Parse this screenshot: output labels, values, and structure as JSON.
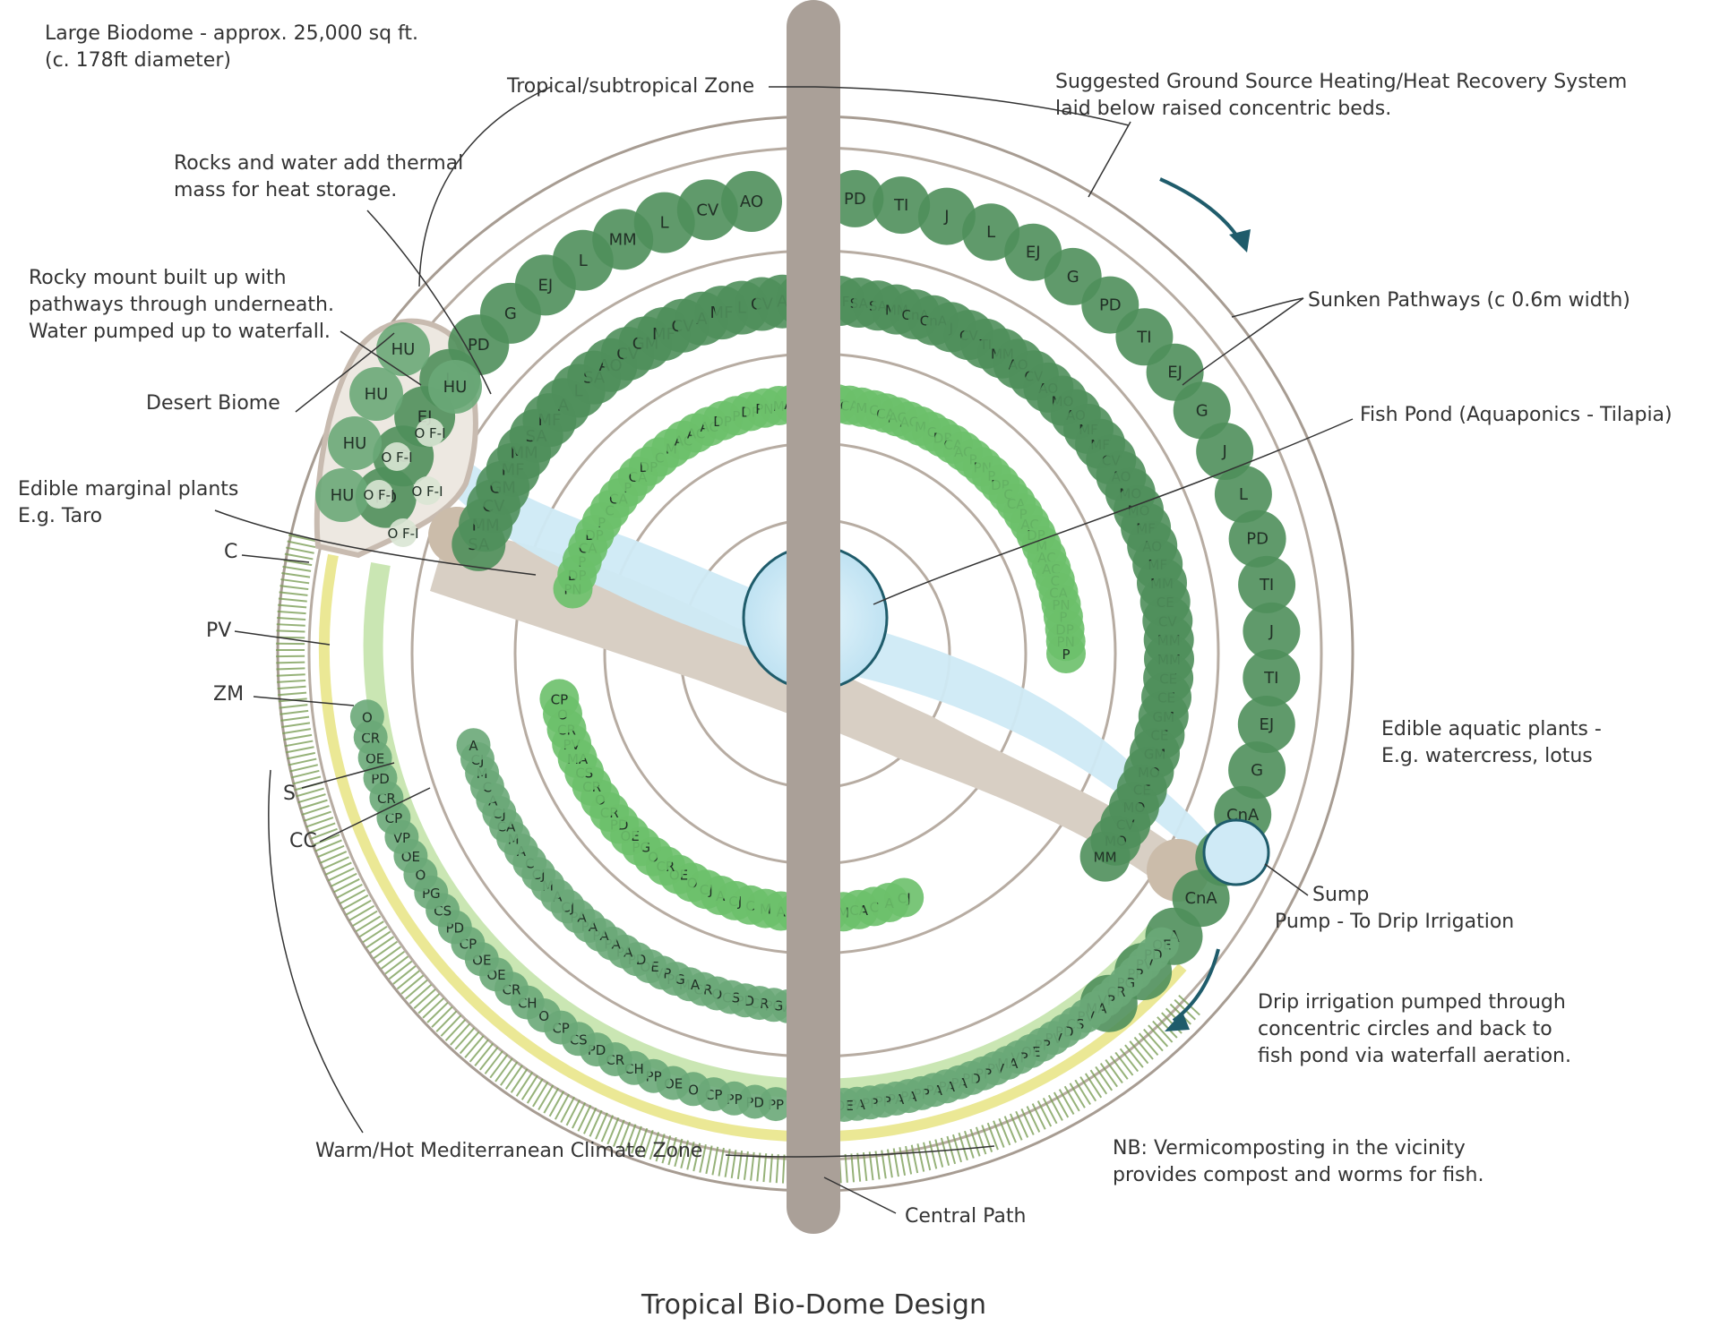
{
  "title": "Tropical Bio-Dome Design",
  "colors": {
    "path": "#aaa098",
    "water": "#cfeaf6",
    "water_edge": "#1f5c6b",
    "sand": "#d8cfc4",
    "soil": "#c9b9a6",
    "plant_dark": "#4f8f5b",
    "plant_mid": "#6aa878",
    "plant_light": "#8cc884",
    "plant_bright": "#6cc06a",
    "label_text": "#333333",
    "arrow": "#1f5c6b"
  },
  "annotations": {
    "dome_size_1": "Large Biodome - approx. 25,000 sq ft.",
    "dome_size_2": "(c. 178ft diameter)",
    "tropical_zone": "Tropical/subtropical Zone",
    "heating_1": "Suggested Ground Source Heating/Heat Recovery System",
    "heating_2": "laid below raised concentric beds.",
    "rocks_1": "Rocks and water add thermal",
    "rocks_2": "mass for heat storage.",
    "mount_1": "Rocky mount built up with",
    "mount_2": "pathways through underneath.",
    "mount_3": "Water pumped up to waterfall.",
    "sunken": "Sunken Pathways (c 0.6m width)",
    "desert": "Desert Biome",
    "fishpond": "Fish Pond (Aquaponics - Tilapia)",
    "marginal_1": "Edible marginal plants",
    "marginal_2": "E.g. Taro",
    "c": "C",
    "pv": "PV",
    "zm": "ZM",
    "s": "S",
    "cc": "CC",
    "aquatic_1": "Edible aquatic plants -",
    "aquatic_2": "E.g. watercress, lotus",
    "sump_1": "Sump",
    "sump_2": "Pump - To Drip Irrigation",
    "drip_1": "Drip irrigation pumped through",
    "drip_2": "concentric circles and back to",
    "drip_3": "fish pond via waterfall aeration.",
    "med_zone": "Warm/Hot Mediterranean Climate Zone",
    "nb_1": "NB: Vermicomposting in the vicinity",
    "nb_2": "provides compost and worms for fish.",
    "central_path": "Central Path"
  },
  "plants": {
    "ring1": [
      "PD",
      "G",
      "EJ",
      "L",
      "PD",
      "G",
      "EJ",
      "L",
      "MM",
      "L",
      "CV",
      "AO",
      "HU",
      "HU",
      "HU",
      "HU",
      "HU",
      "PD",
      "TI",
      "J",
      "L",
      "EJ",
      "G",
      "PD",
      "TI",
      "EJ",
      "G",
      "J",
      "L",
      "PD",
      "TI",
      "J",
      "TI",
      "EJ",
      "G",
      "CnA",
      "J",
      "CnA",
      "A",
      "L",
      "L"
    ],
    "ring2": [
      "SA",
      "MM",
      "CV",
      "GM",
      "MF",
      "MM",
      "SA",
      "MF",
      "A",
      "L",
      "SA",
      "AO",
      "CV",
      "GM",
      "MF",
      "CV",
      "A",
      "MF",
      "L",
      "CV",
      "A",
      "L",
      "MF",
      "SA",
      "SA",
      "MM",
      "CnA",
      "CnA",
      "J",
      "CV",
      "TI",
      "MM",
      "AO",
      "CV",
      "AO",
      "MO",
      "AO",
      "MF",
      "MF",
      "CV",
      "AO",
      "MO",
      "MO",
      "MF",
      "AO",
      "MF",
      "MM",
      "CE",
      "CV",
      "MM",
      "MM",
      "CE",
      "CE",
      "GM",
      "CE",
      "GM",
      "MO",
      "CE",
      "MO",
      "CV",
      "MO",
      "MM"
    ],
    "ring3": [
      "PN",
      "DP",
      "P",
      "CA",
      "DP",
      "P",
      "C",
      "CA",
      "P",
      "CA",
      "DP",
      "C",
      "M",
      "AC",
      "AC",
      "AC",
      "DP",
      "P",
      "DP",
      "PN",
      "M",
      "AC",
      "AC",
      "CA",
      "M",
      "C",
      "CA",
      "AC",
      "AC",
      "M",
      "C",
      "DP",
      "CA",
      "AC",
      "P",
      "PN",
      "P",
      "DP",
      "C",
      "CA",
      "P",
      "AC",
      "DP",
      "M",
      "AC",
      "AC",
      "C",
      "CA",
      "PN",
      "P",
      "DP",
      "PN",
      "P"
    ],
    "ring_south": [
      "PP",
      "PD",
      "PP",
      "CP",
      "O",
      "OE",
      "PP",
      "CH",
      "CR",
      "PD",
      "CS",
      "CP",
      "O",
      "CH",
      "CR",
      "OE",
      "OE",
      "CP",
      "PD",
      "CS",
      "PG",
      "O",
      "OE",
      "VP",
      "CP",
      "CR",
      "PD",
      "OE",
      "CR",
      "O",
      "MA",
      "VP",
      "PG",
      "CR",
      "PD",
      "CS",
      "O",
      "CR",
      "MA",
      "PG",
      "VP",
      "OE",
      "PD",
      "PA",
      "PA",
      "PA",
      "PA",
      "PA",
      "CJ",
      "A",
      "M",
      "CJ",
      "C",
      "A",
      "M",
      "CA",
      "CJ",
      "A",
      "C",
      "M",
      "CJ",
      "A",
      "CJ",
      "A",
      "C",
      "CA",
      "M",
      "CJ",
      "CA",
      "C",
      "A",
      "M",
      "C",
      "CJ",
      "A",
      "CJ",
      "O",
      "OE",
      "CR",
      "O",
      "PG",
      "OE",
      "PD",
      "CR",
      "O",
      "CR",
      "CS",
      "MA",
      "PV",
      "CR",
      "O",
      "CP",
      "OE",
      "PD",
      "PV",
      "PP",
      "PG",
      "CR",
      "VP",
      "MA",
      "PV",
      "CS",
      "PD",
      "PV",
      "PP",
      "OE",
      "VP",
      "MA",
      "PV",
      "PP",
      "PD",
      "PA",
      "PA",
      "PA",
      "PP",
      "PA",
      "PA",
      "PP",
      "PP",
      "PA",
      "OE",
      "PD"
    ],
    "marginal": [
      "O F-I",
      "O F-I",
      "O F-I",
      "O F-I",
      "O F-I"
    ]
  }
}
